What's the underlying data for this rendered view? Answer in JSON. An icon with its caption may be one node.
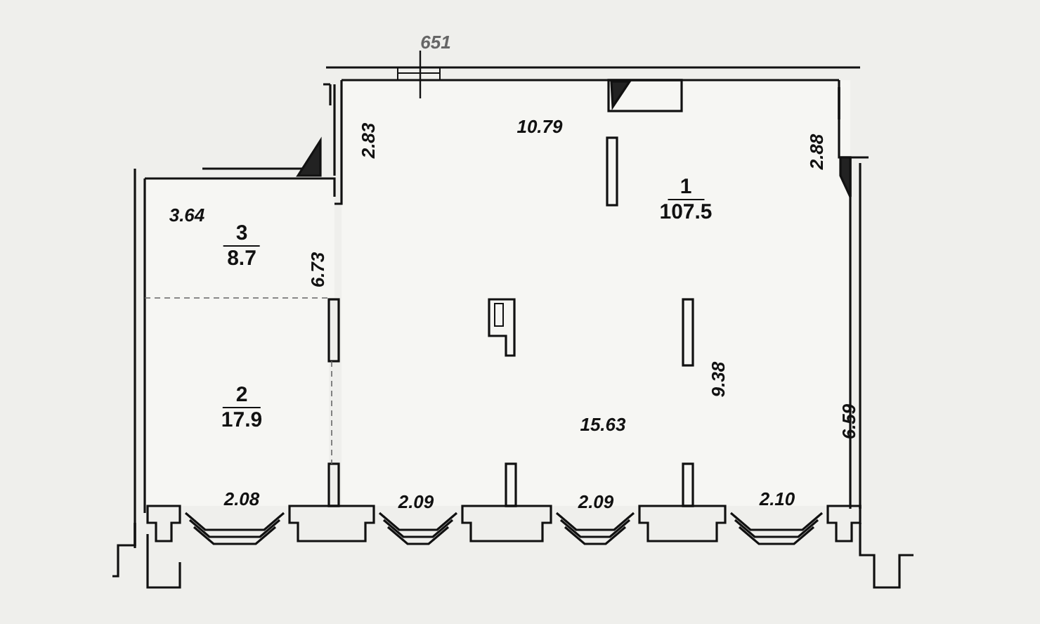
{
  "diagram": {
    "nodes": [
      {
        "text": [
          "1",
          "107.5"
        ]
      },
      {
        "text": [
          "3",
          "8.7"
        ]
      },
      {
        "text": [
          "2",
          "17.9"
        ]
      }
    ],
    "labels": [
      "651",
      "10.79",
      "2.83",
      "2.88",
      "3.64",
      "6.73",
      "9.38",
      "15.63",
      "6.59",
      "2.08",
      "2.09",
      "2.09",
      "2.10"
    ]
  }
}
